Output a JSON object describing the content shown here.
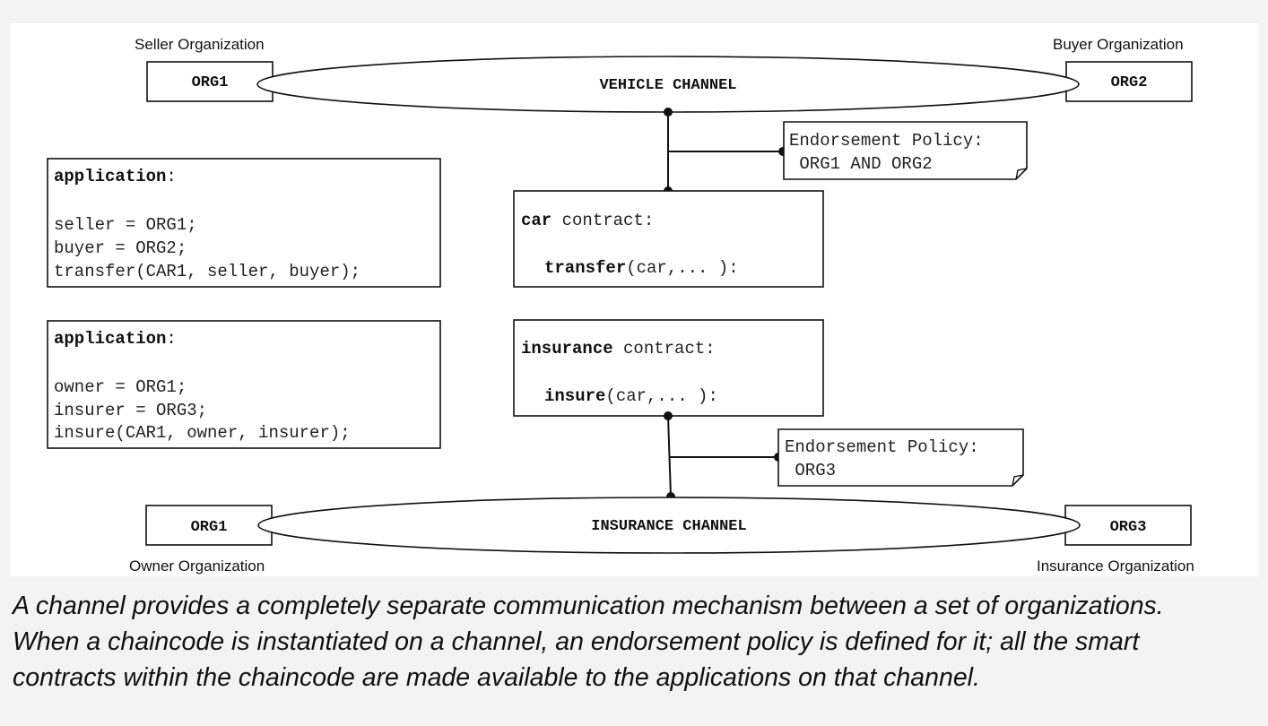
{
  "vehicle_channel": {
    "name": "VEHICLE CHANNEL",
    "left_org": {
      "name": "ORG1",
      "role": "Seller Organization"
    },
    "right_org": {
      "name": "ORG2",
      "role": "Buyer Organization"
    }
  },
  "insurance_channel": {
    "name": "INSURANCE CHANNEL",
    "left_org": {
      "name": "ORG1",
      "role": "Owner Organization"
    },
    "right_org": {
      "name": "ORG3",
      "role": "Insurance Organization"
    }
  },
  "vehicle_policy": {
    "title": "Endorsement Policy:",
    "value": "ORG1 AND ORG2"
  },
  "insurance_policy": {
    "title": "Endorsement Policy:",
    "value": "ORG3"
  },
  "car_contract": {
    "name": "car",
    "suffix": " contract:",
    "method": "transfer",
    "args": "(car,... ):"
  },
  "insurance_contract": {
    "name": "insurance",
    "suffix": " contract:",
    "method": "insure",
    "args": "(car,... ):"
  },
  "app_vehicle": {
    "title": "application",
    "colon": ":",
    "lines": [
      "seller = ORG1;",
      "buyer = ORG2;",
      "transfer(CAR1, seller, buyer);"
    ]
  },
  "app_insurance": {
    "title": "application",
    "colon": ":",
    "lines": [
      "owner = ORG1;",
      "insurer = ORG3;",
      "insure(CAR1, owner, insurer);"
    ]
  },
  "caption": [
    "A channel provides a completely separate communication mechanism between a set of organizations.",
    "When a chaincode is instantiated on a channel, an endorsement policy is defined for it; all the smart",
    "contracts within the chaincode are made available to the applications on that channel."
  ]
}
